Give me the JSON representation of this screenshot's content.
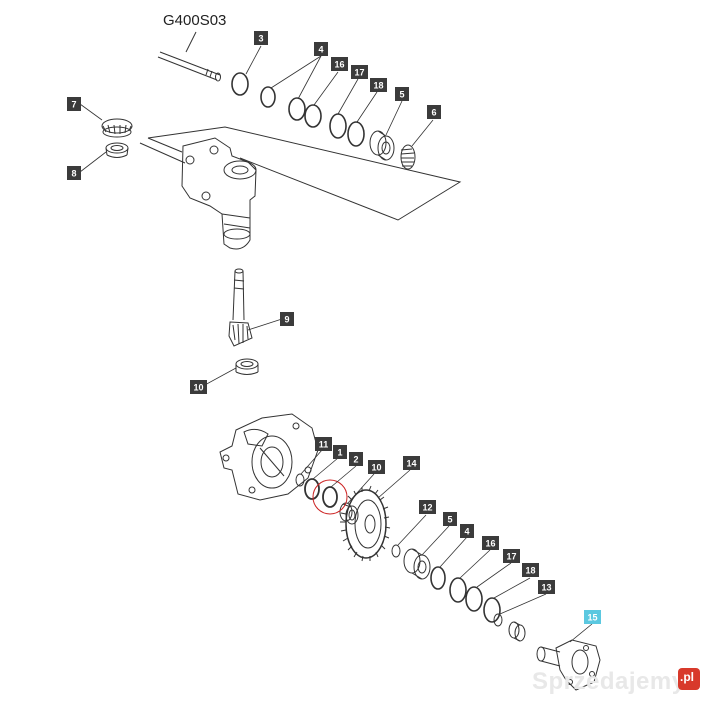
{
  "diagram": {
    "title": "G400S03",
    "parts": [
      {
        "id": "p3a",
        "label": "3"
      },
      {
        "id": "p4a",
        "label": "4"
      },
      {
        "id": "p16a",
        "label": "16"
      },
      {
        "id": "p17a",
        "label": "17"
      },
      {
        "id": "p18a",
        "label": "18"
      },
      {
        "id": "p5a",
        "label": "5"
      },
      {
        "id": "p6",
        "label": "6"
      },
      {
        "id": "p7",
        "label": "7"
      },
      {
        "id": "p8",
        "label": "8"
      },
      {
        "id": "p9",
        "label": "9"
      },
      {
        "id": "p10a",
        "label": "10"
      },
      {
        "id": "p11",
        "label": "11"
      },
      {
        "id": "p1",
        "label": "1"
      },
      {
        "id": "p2",
        "label": "2"
      },
      {
        "id": "p10b",
        "label": "10"
      },
      {
        "id": "p14",
        "label": "14"
      },
      {
        "id": "p12",
        "label": "12"
      },
      {
        "id": "p5b",
        "label": "5"
      },
      {
        "id": "p4b",
        "label": "4"
      },
      {
        "id": "p16b",
        "label": "16"
      },
      {
        "id": "p17b",
        "label": "17"
      },
      {
        "id": "p18b",
        "label": "18"
      },
      {
        "id": "p13",
        "label": "13"
      },
      {
        "id": "p15",
        "label": "15",
        "highlight": "#5bc8e0"
      }
    ]
  },
  "watermark": {
    "text": "Sprzedajemy",
    "suffix": ".pl"
  },
  "colors": {
    "label_bg": "#3b3b3b",
    "line": "#333333",
    "highlight": "#5bc8e0",
    "circle": "#cc2222"
  }
}
